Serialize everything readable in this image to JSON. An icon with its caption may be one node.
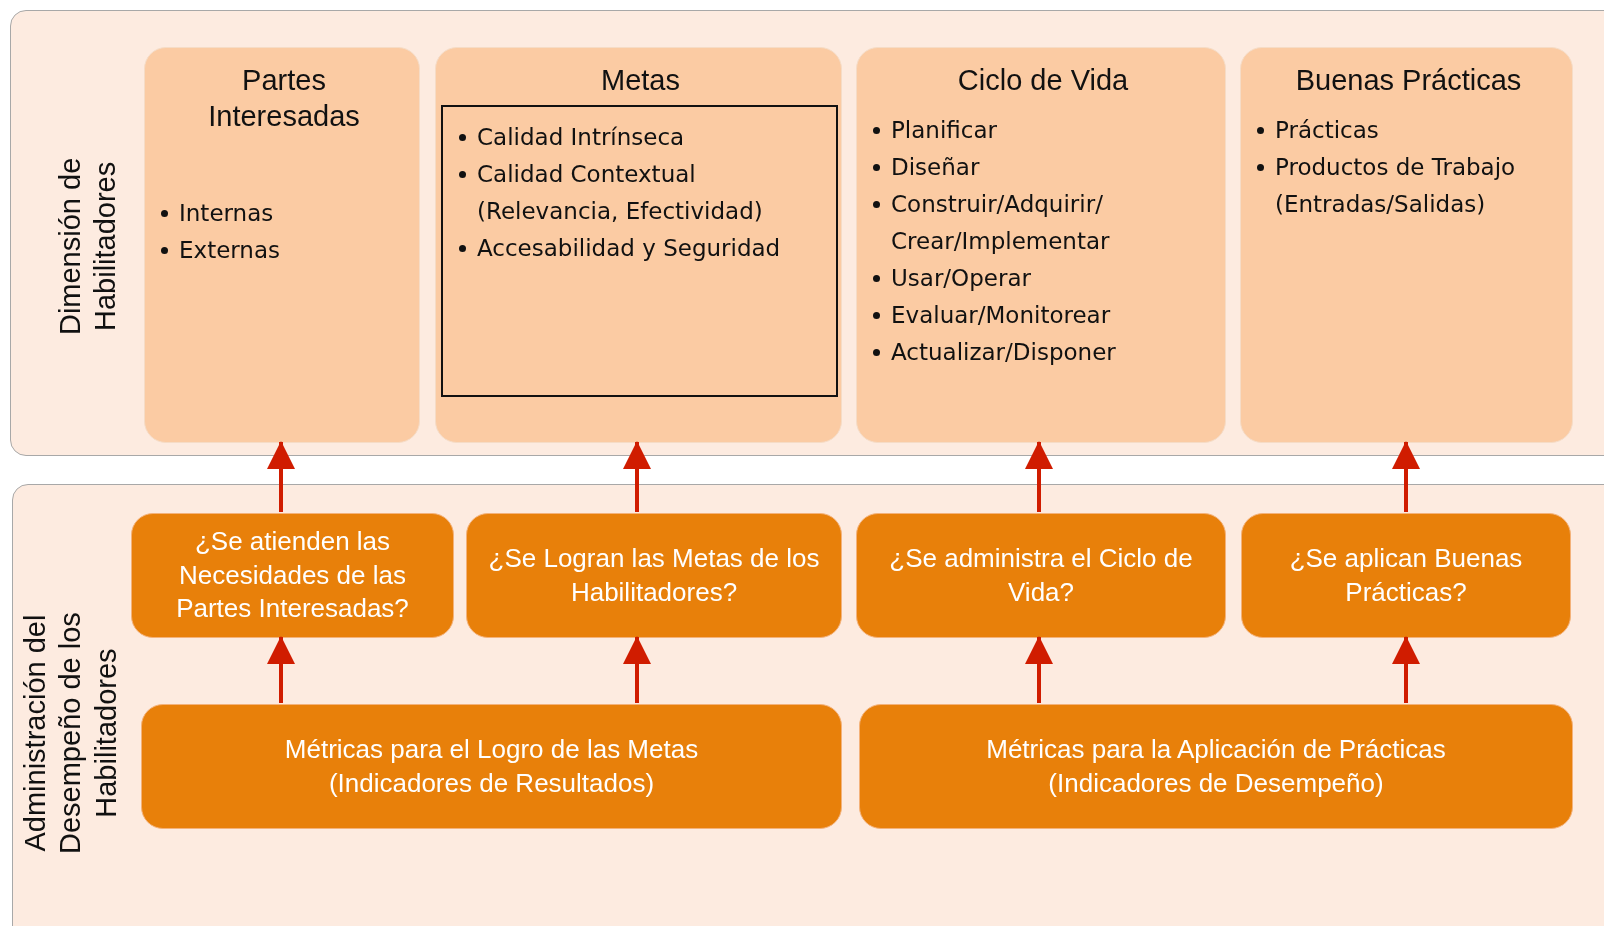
{
  "diagram": {
    "nodes": [
      {
        "text": [
          "Dimensión de Habilitadores"
        ]
      },
      {
        "text": [
          "Partes Interesadas",
          "Internas",
          "Externas"
        ],
        "in": 0
      },
      {
        "text": [
          "Metas"
        ],
        "in": 0
      },
      {
        "text": [
          "Calidad Intrínseca",
          "Calidad Contextual (Relevancia, Efectividad)",
          "Accesabilidad y Seguridad"
        ],
        "in": 2
      },
      {
        "text": [
          "Ciclo de Vida",
          "Planificar",
          "Diseñar",
          "Construir/Adquirir/ Crear/Implementar",
          "Usar/Operar",
          "Evaluar/Monitorear",
          "Actualizar/Disponer"
        ],
        "in": 0
      },
      {
        "text": [
          "Buenas Prácticas",
          "Prácticas",
          "Productos de Trabajo (Entradas/Salidas)"
        ],
        "in": 0
      },
      {
        "text": [
          "Administración del Desempeño de los Habilitadores"
        ]
      },
      {
        "text": [
          "¿Se atienden las Necesidades de las Partes Interesadas?"
        ],
        "in": 6
      },
      {
        "text": [
          "¿Se Logran las Metas de los Habilitadores?"
        ],
        "in": 6
      },
      {
        "text": [
          "¿Se administra el Ciclo de Vida?"
        ],
        "in": 6
      },
      {
        "text": [
          "¿Se aplican Buenas Prácticas?"
        ],
        "in": 6
      },
      {
        "text": [
          "Métricas para el Logro de las Metas (Indicadores de Resultados)"
        ],
        "in": 6
      },
      {
        "text": [
          "Métricas para la Aplicación de Prácticas (Indicadores de Desempeño)"
        ],
        "in": 6
      }
    ],
    "edges": [
      {
        "from": 11,
        "to": 7,
        "arrow": "to"
      },
      {
        "from": 11,
        "to": 8,
        "arrow": "to"
      },
      {
        "from": 12,
        "to": 9,
        "arrow": "to"
      },
      {
        "from": 12,
        "to": 10,
        "arrow": "to"
      },
      {
        "from": 7,
        "to": 1,
        "arrow": "to"
      },
      {
        "from": 8,
        "to": 2,
        "arrow": "to"
      },
      {
        "from": 9,
        "to": 4,
        "arrow": "to"
      },
      {
        "from": 10,
        "to": 5,
        "arrow": "to"
      }
    ]
  }
}
